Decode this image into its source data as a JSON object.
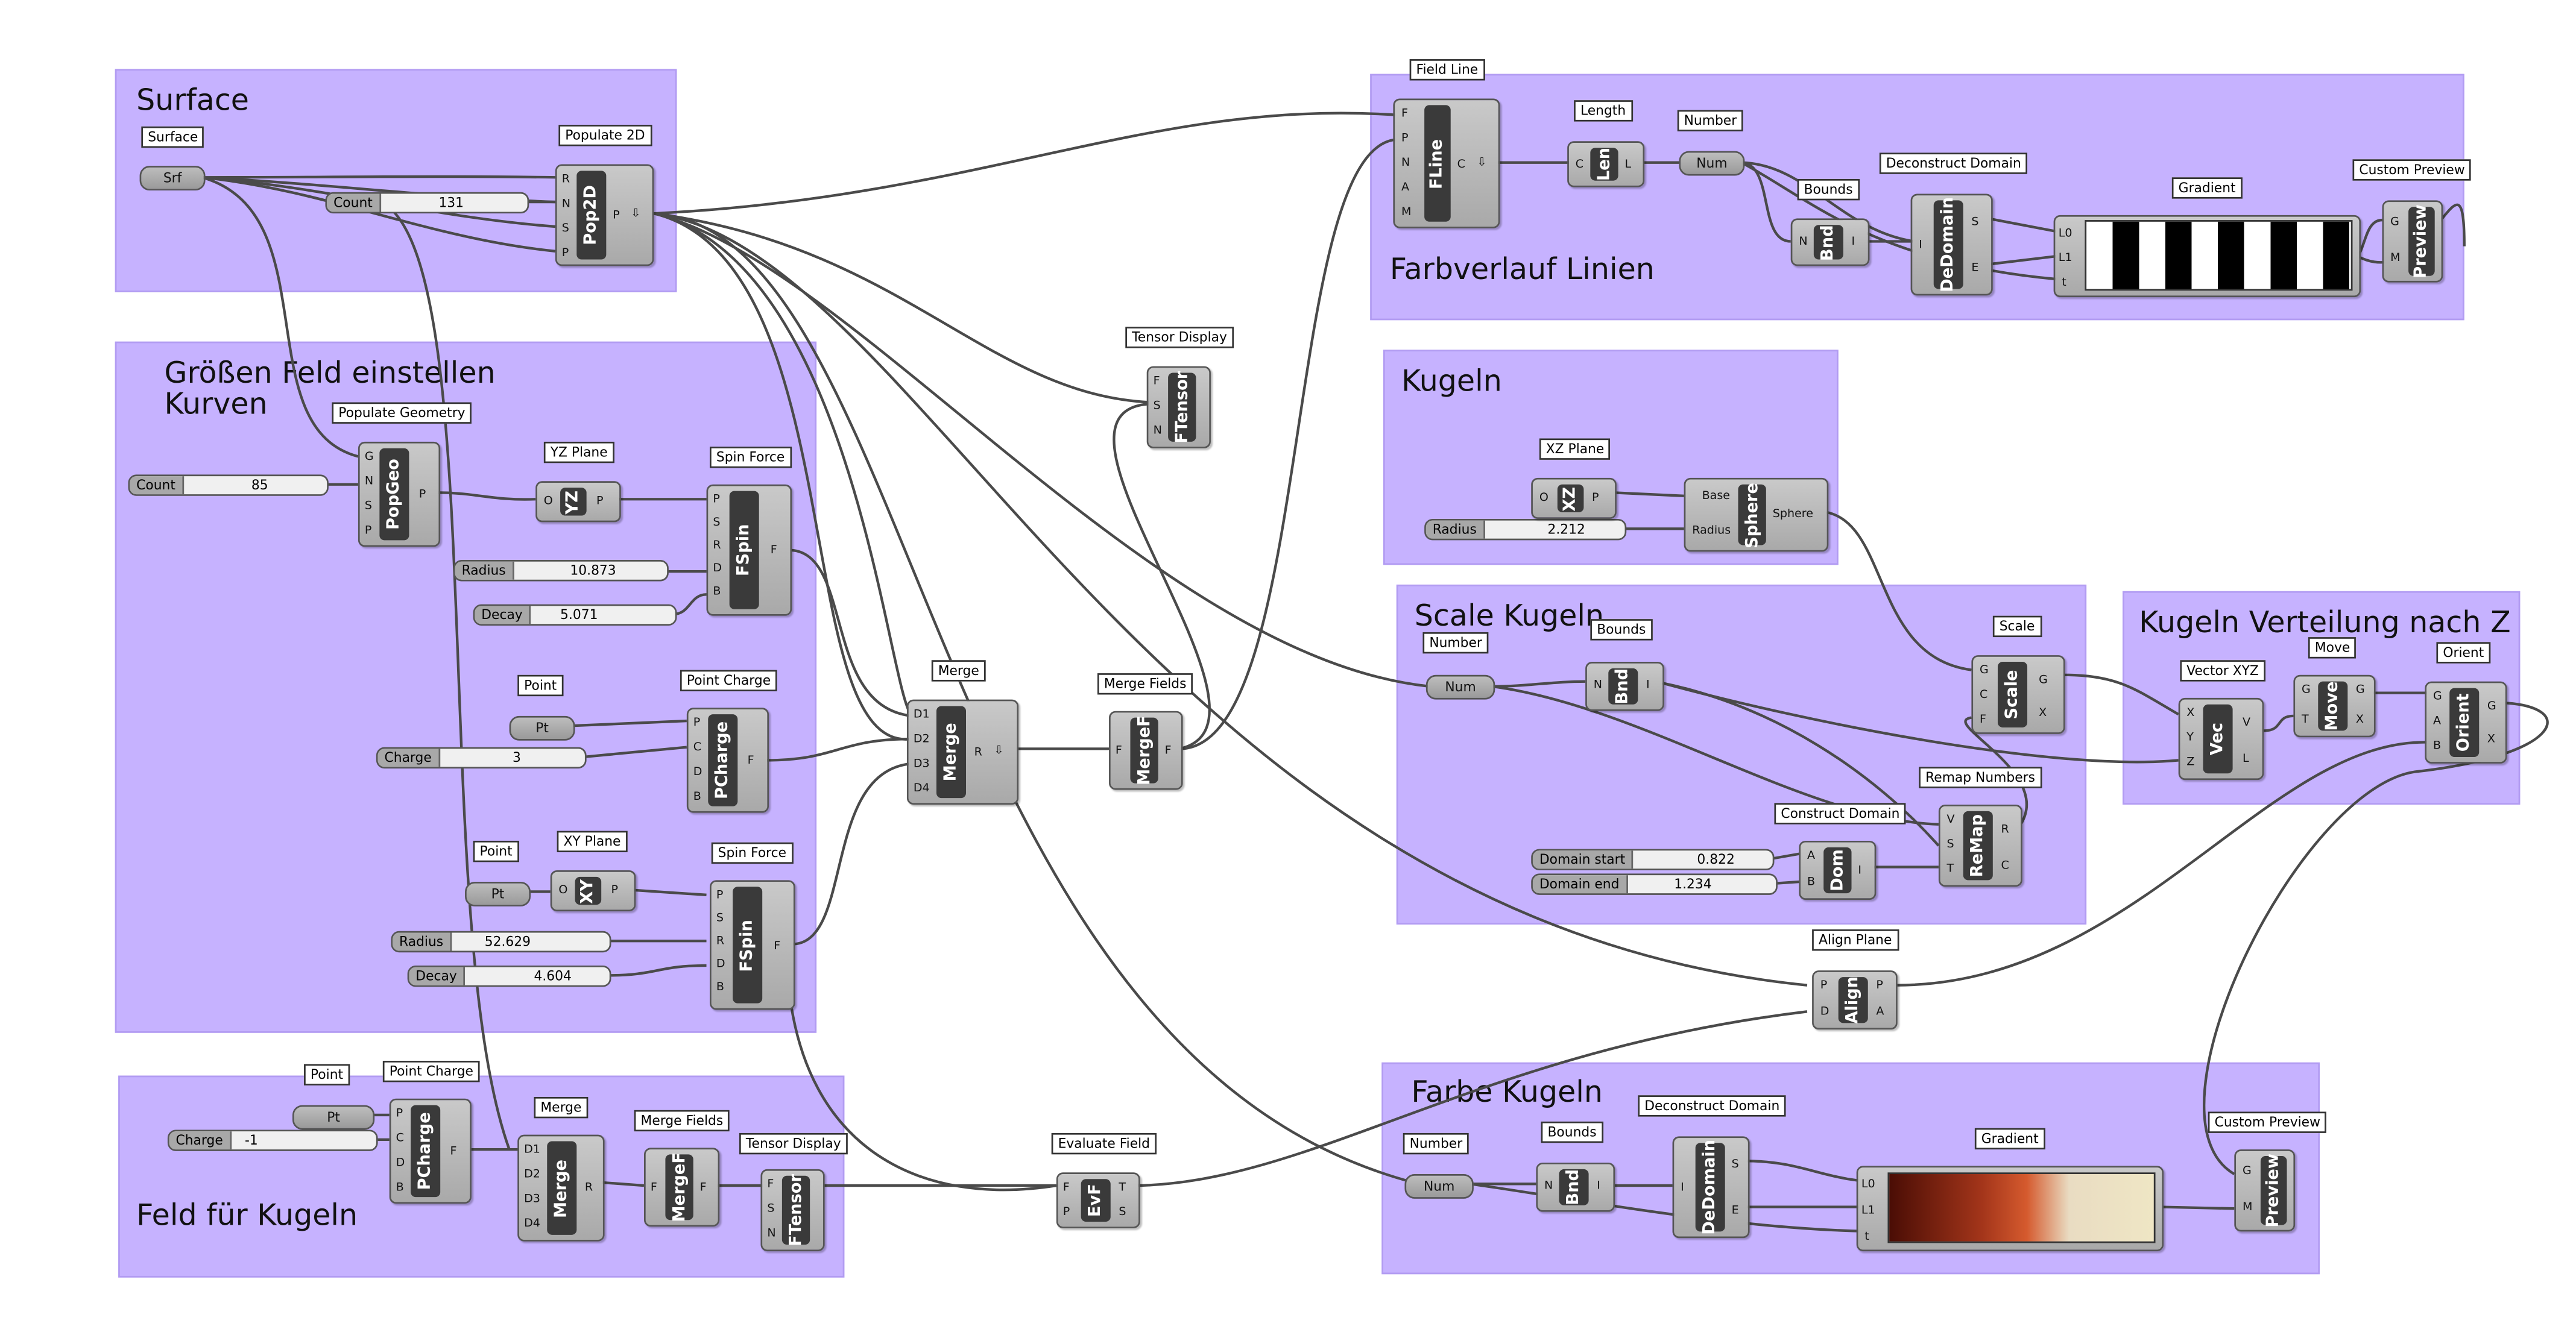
{
  "groups": {
    "surface": "Surface",
    "groessen": "Größen Feld einstellen\nKurven",
    "feld_kugeln": "Feld für Kugeln",
    "farbverlauf": "Farbverlauf Linien",
    "kugeln": "Kugeln",
    "scale_kugeln": "Scale Kugeln",
    "verteilung": "Kugeln Verteilung nach Z",
    "farbe": "Farbe Kugeln"
  },
  "tags": {
    "surface": "Surface",
    "populate2d": "Populate 2D",
    "populate_geometry": "Populate Geometry",
    "yz_plane": "YZ Plane",
    "spin_force_1": "Spin Force",
    "point_1": "Point",
    "point_charge_1": "Point Charge",
    "point_2": "Point",
    "xy_plane": "XY Plane",
    "spin_force_2": "Spin Force",
    "merge_1": "Merge",
    "merge_fields_1": "Merge Fields",
    "tensor_display_1": "Tensor Display",
    "point_3": "Point",
    "point_charge_2": "Point Charge",
    "merge_2": "Merge",
    "merge_fields_2": "Merge Fields",
    "tensor_display_2": "Tensor Display",
    "evaluate_field": "Evaluate Field",
    "field_line": "Field Line",
    "length": "Length",
    "number_1": "Number",
    "bounds_1": "Bounds",
    "deconstruct_domain_1": "Deconstruct Domain",
    "gradient_1": "Gradient",
    "custom_preview_1": "Custom Preview",
    "xz_plane": "XZ Plane",
    "number_2": "Number",
    "bounds_2": "Bounds",
    "scale": "Scale",
    "remap": "Remap Numbers",
    "construct_domain": "Construct Domain",
    "vector_xyz": "Vector XYZ",
    "move": "Move",
    "orient": "Orient",
    "align_plane": "Align Plane",
    "number_3": "Number",
    "bounds_3": "Bounds",
    "deconstruct_domain_2": "Deconstruct Domain",
    "gradient_2": "Gradient",
    "custom_preview_2": "Custom Preview"
  },
  "components": {
    "pop2d": "Pop2D",
    "popgeo": "PopGeo",
    "yz": "YZ",
    "fspin_1": "FSpin",
    "pcharge_1": "PCharge",
    "xy": "XY",
    "fspin_2": "FSpin",
    "merge_1": "Merge",
    "mergef_1": "MergeF",
    "ftensor_1": "FTensor",
    "pcharge_2": "PCharge",
    "merge_2": "Merge",
    "mergef_2": "MergeF",
    "ftensor_2": "FTensor",
    "evf": "EvF",
    "fline": "FLine",
    "len": "Len",
    "bnd_1": "Bnd",
    "dedomain_1": "DeDomain",
    "preview_1": "Preview",
    "xz": "XZ",
    "sphere": "Sphere",
    "bnd_2": "Bnd",
    "scale": "Scale",
    "remap": "ReMap",
    "dom": "Dom",
    "vec": "Vec",
    "move": "Move",
    "orient": "Orient",
    "align": "Align",
    "bnd_3": "Bnd",
    "dedomain_2": "DeDomain",
    "preview_2": "Preview"
  },
  "params": {
    "srf": "Srf",
    "pt_1": "Pt",
    "pt_2": "Pt",
    "pt_3": "Pt",
    "num_1": "Num",
    "num_2": "Num",
    "num_3": "Num"
  },
  "sliders": {
    "count_1": {
      "label": "Count",
      "value": "131"
    },
    "count_2": {
      "label": "Count",
      "value": "85"
    },
    "radius_1": {
      "label": "Radius",
      "value": "10.873"
    },
    "decay_1": {
      "label": "Decay",
      "value": "5.071"
    },
    "charge_1": {
      "label": "Charge",
      "value": "3"
    },
    "radius_2": {
      "label": "Radius",
      "value": "52.629"
    },
    "decay_2": {
      "label": "Decay",
      "value": "4.604"
    },
    "charge_2": {
      "label": "Charge",
      "value": "-1"
    },
    "radius_3": {
      "label": "Radius",
      "value": "2.212"
    },
    "domain_start": {
      "label": "Domain start",
      "value": "0.822"
    },
    "domain_end": {
      "label": "Domain end",
      "value": "1.234"
    }
  },
  "sphere_ports": {
    "base": "Base",
    "radius": "Radius",
    "out": "Sphere"
  },
  "colors": {
    "group_fill": "#c6b2ff",
    "component": "#aaaaaa",
    "core": "#3a3a3a",
    "wire": "#4a4a4a"
  }
}
